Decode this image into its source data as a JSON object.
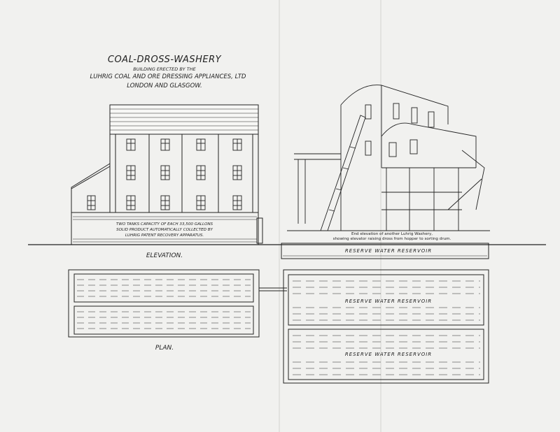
{
  "title": {
    "main": "COAL-DROSS-WASHERY",
    "sub1": "BUILDING ERECTED BY THE",
    "sub2": "LUHRIG COAL AND ORE DRESSING APPLIANCES, LTD",
    "sub3": "LONDON AND GLASGOW."
  },
  "elevation": {
    "label": "ELEVATION.",
    "tank_note": [
      "TWO TANKS CAPACITY OF EACH 33,500 GALLONS",
      "SOLID PRODUCT AUTOMATICALLY COLLECTED BY",
      "LUHRIG PATENT RECOVERY APPARATUS."
    ]
  },
  "photo": {
    "caption_line1": "End elevation of another Luhrig Washery,",
    "caption_line2": "showing elevator raising dross from hopper to sorting drum."
  },
  "plan": {
    "label": "PLAN."
  },
  "reservoir": {
    "top_label": "RESERVE WATER RESERVOIR",
    "mid_label": "RESERVE WATER RESERVOIR",
    "bot_label": "RESERVE WATER RESERVOIR"
  },
  "colors": {
    "paper": "#f1f1ef",
    "ink": "#222222"
  }
}
